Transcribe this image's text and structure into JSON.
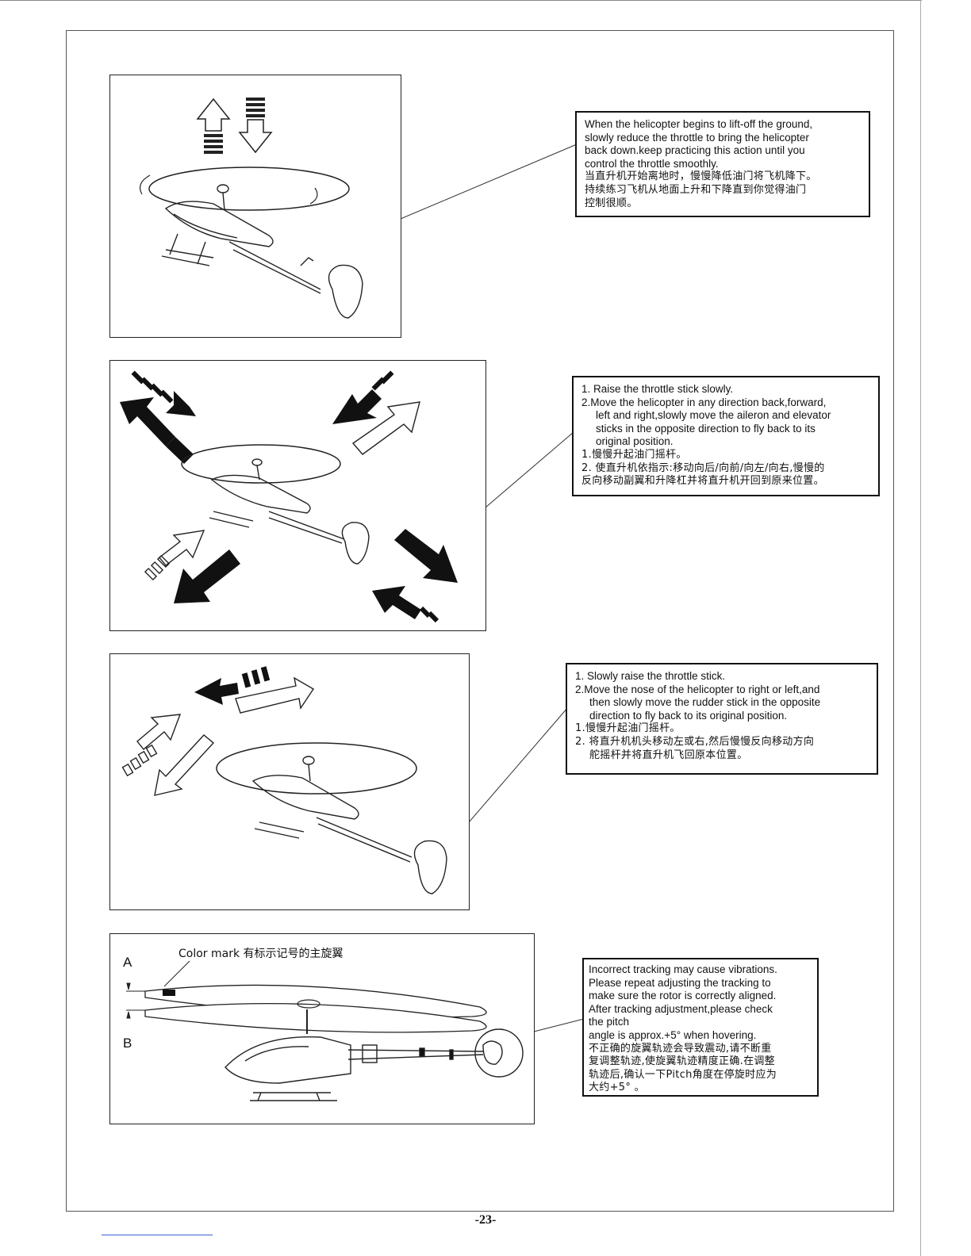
{
  "page": {
    "number": "-23-"
  },
  "steps": [
    {
      "id": "step1",
      "en": [
        "When the helicopter begins to lift-off the ground,",
        "slowly reduce the throttle to bring the helicopter",
        "back down.keep practicing this action until you",
        "control the throttle smoothly."
      ],
      "cn": [
        "当直升机开始离地时，慢慢降低油门将飞机降下。",
        "持续练习飞机从地面上升和下降直到你觉得油门",
        "控制很顺。"
      ]
    },
    {
      "id": "step2",
      "en": [
        "1. Raise the throttle stick slowly.",
        "2.Move the helicopter in any direction back,forward,",
        "left and right,slowly move the aileron and elevator",
        "sticks in the opposite direction to fly back to its",
        "original position."
      ],
      "cn": [
        "1.慢慢升起油门摇杆。",
        "2. 使直升机依指示:移动向后/向前/向左/向右,慢慢的",
        "反向移动副翼和升降杠并将直升机开回到原来位置。"
      ]
    },
    {
      "id": "step3",
      "en": [
        "1. Slowly raise the throttle stick.",
        "2.Move the nose of the helicopter to right or left,and",
        "then slowly  move the rudder stick in the opposite",
        "direction to fly back to its  original position."
      ],
      "cn": [
        "1.慢慢升起油门摇杆。",
        "2. 将直升机机头移动左或右,然后慢慢反向移动方向",
        "舵摇杆并将直升机飞回原本位置。"
      ]
    },
    {
      "id": "step4",
      "en": [
        "Incorrect tracking may cause vibrations.",
        "Please repeat adjusting the tracking  to",
        "make sure the rotor is correctly aligned.",
        "After tracking adjustment,please  check",
        " the pitch",
        "angle is approx.+5°  when hovering."
      ],
      "cn": [
        "不正确的旋翼轨迹会导致震动,请不断重",
        "复调整轨迹,使旋翼轨迹精度正确.在调整",
        "轨迹后,确认一下Pitch角度在停旋时应为",
        "大约+5°  。"
      ],
      "color_mark_label": "Color mark  有标示记号的主旋翼",
      "label_a": "A",
      "label_b": "B"
    }
  ]
}
